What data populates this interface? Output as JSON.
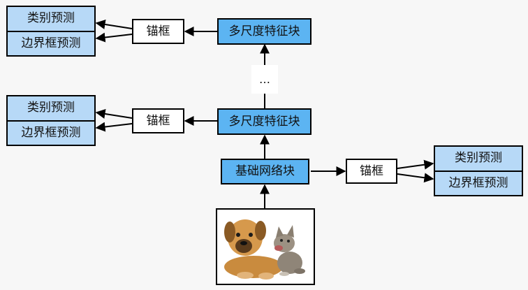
{
  "diagram": {
    "base_network": "基础网络块",
    "multiscale_block_label": "多尺度特征块",
    "anchor_label": "锚框",
    "class_pred_label": "类别预测",
    "bbox_pred_label": "边界框预测",
    "ellipsis": "…"
  },
  "colors": {
    "block_fill": "#5cb4f2",
    "prediction_fill": "#b7d9f7",
    "anchor_fill": "#ffffff",
    "background": "#f7f7f7"
  },
  "icons": [
    "arrow-head",
    "dog-and-kitten-photo"
  ]
}
